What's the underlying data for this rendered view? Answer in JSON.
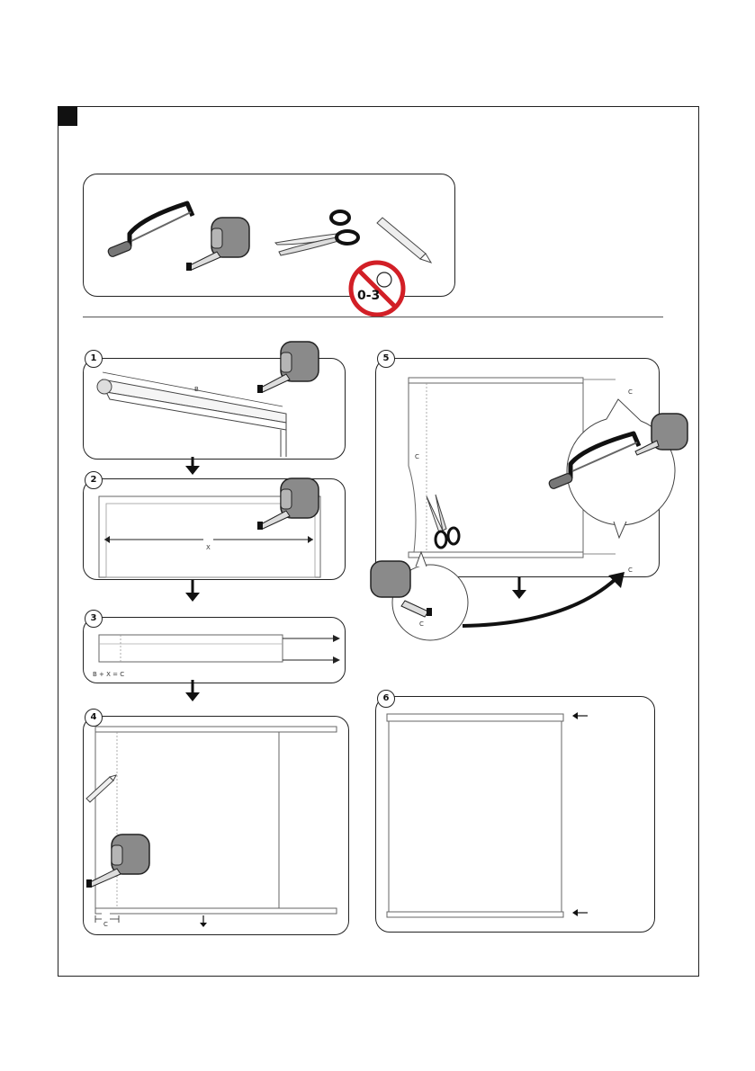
{
  "warning": {
    "age_range": "0-3"
  },
  "steps": [
    {
      "number": "1",
      "label_b": "B"
    },
    {
      "number": "2",
      "label_x": "X"
    },
    {
      "number": "3",
      "formula": "B + X = C"
    },
    {
      "number": "4",
      "label_c": "C"
    },
    {
      "number": "5",
      "label_c": "C"
    },
    {
      "number": "6"
    }
  ],
  "icons": [
    "hacksaw-icon",
    "tape-measure-icon",
    "scissors-icon",
    "pencil-icon",
    "child-warning-icon",
    "arrow-down-icon",
    "arrow-right-icon",
    "arrow-left-icon"
  ]
}
